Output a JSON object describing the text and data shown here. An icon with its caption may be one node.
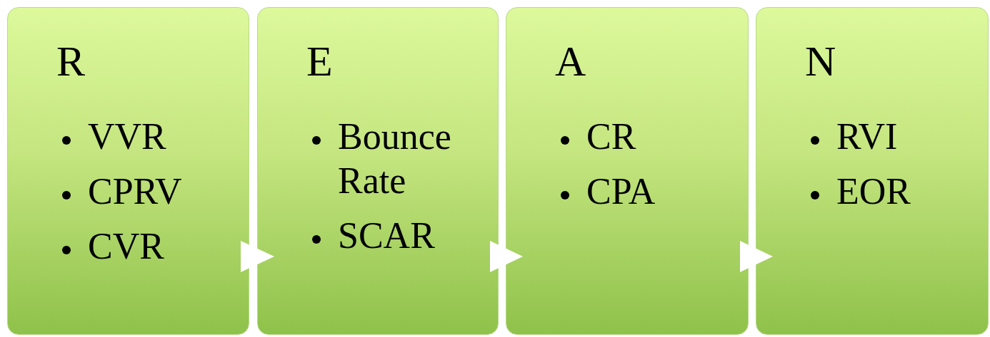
{
  "diagram": {
    "nodes": [
      {
        "text": [
          "R",
          "VVR",
          "CPRV",
          "CVR"
        ]
      },
      {
        "text": [
          "E",
          "Bounce Rate",
          "SCAR"
        ]
      },
      {
        "text": [
          "A",
          "CR",
          "CPA"
        ]
      },
      {
        "text": [
          "N",
          "RVI",
          "EOR"
        ]
      }
    ],
    "edges": [
      {
        "from": 0,
        "to": 1,
        "arrow": "to"
      },
      {
        "from": 1,
        "to": 2,
        "arrow": "to"
      },
      {
        "from": 2,
        "to": 3,
        "arrow": "to"
      }
    ]
  }
}
